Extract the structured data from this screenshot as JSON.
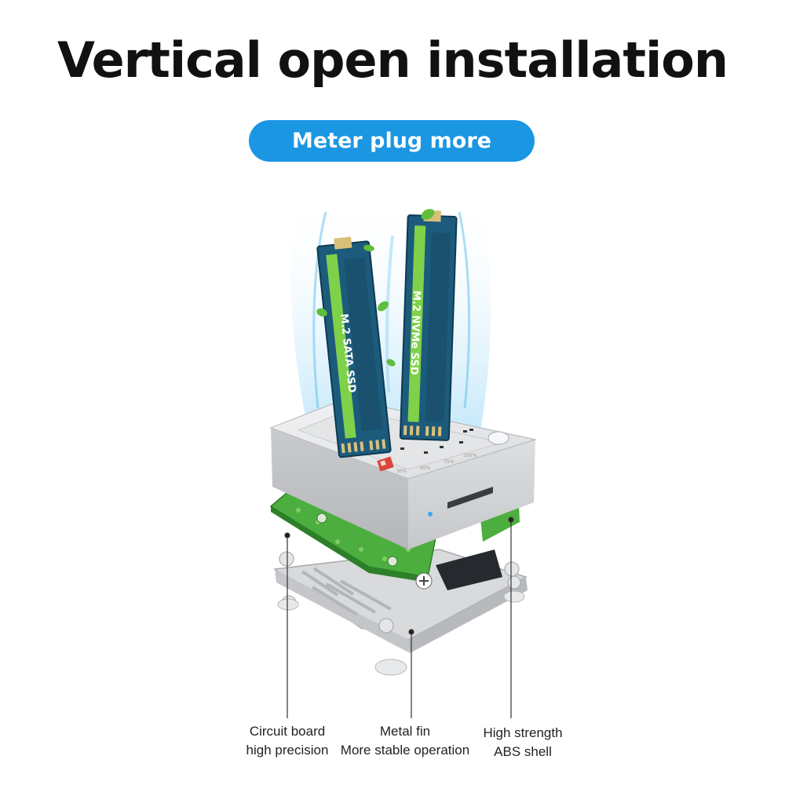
{
  "header": {
    "title": "Vertical open installation",
    "subtitle": "Meter plug more square"
  },
  "ssd": {
    "left_label": "M.2 SATA SSD",
    "right_label": "M.2 NVMe SSD"
  },
  "labels": [
    {
      "line1": "Circuit board",
      "line2": "high precision"
    },
    {
      "line1": "Metal fin",
      "line2": "More stable operation"
    },
    {
      "line1": "High strength",
      "line2": "ABS shell"
    }
  ],
  "colors": {
    "accent": "#1a96e3",
    "pcb": "#1c5b7c",
    "pcb_stripe": "#7fd14a",
    "board": "#4cae3e",
    "shell": "#d2d4d6"
  }
}
